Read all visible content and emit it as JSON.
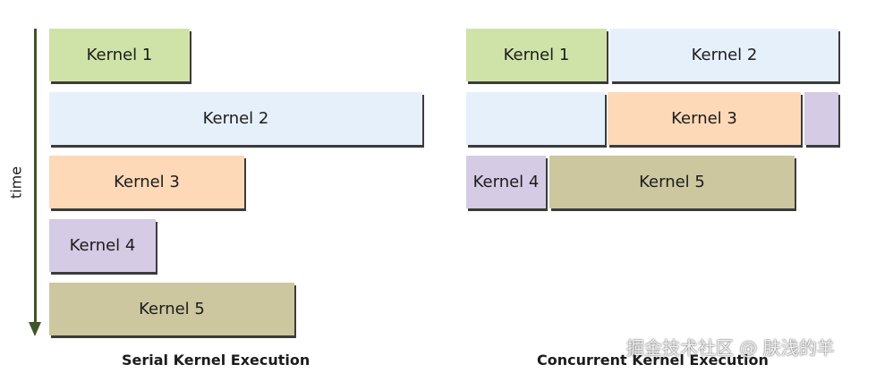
{
  "axis": {
    "label": "time"
  },
  "serial": {
    "kernels": [
      {
        "label": "Kernel 1"
      },
      {
        "label": "Kernel 2"
      },
      {
        "label": "Kernel 3"
      },
      {
        "label": "Kernel 4"
      },
      {
        "label": "Kernel 5"
      }
    ],
    "caption": "Serial Kernel Execution"
  },
  "concurrent": {
    "kernels": [
      {
        "label": "Kernel 1"
      },
      {
        "label": "Kernel 2"
      },
      {
        "label": "Kernel 3"
      },
      {
        "label": "Kernel 4"
      },
      {
        "label": "Kernel 5"
      }
    ],
    "caption": "Concurrent Kernel Execution"
  },
  "watermark": "掘金技术社区 @ 肤浅的羊",
  "colors": {
    "kernel1": "#cfe3a8",
    "kernel2": "#e6f0fb",
    "kernel3": "#fdd9b8",
    "kernel4": "#d5cbe4",
    "kernel5": "#cdc7a0",
    "axis": "#3f5628"
  }
}
